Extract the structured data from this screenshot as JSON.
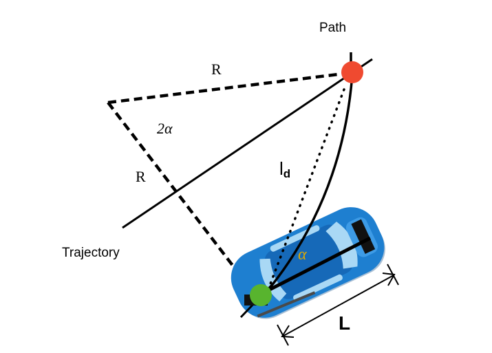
{
  "labels": {
    "path": "Path",
    "trajectory": "Trajectory",
    "radius_top": "R",
    "radius_left": "R",
    "angle_double": "2α",
    "lookahead_main": "l",
    "lookahead_sub": "d",
    "angle_alpha": "α",
    "wheelbase": "L"
  },
  "colors": {
    "goal_point": "#ef4a30",
    "rear_axle_point": "#58b42e",
    "car_body": "#1e7fd0",
    "car_window": "#a9d8f5",
    "alpha_label": "#e0a800",
    "lines": "#000000"
  }
}
